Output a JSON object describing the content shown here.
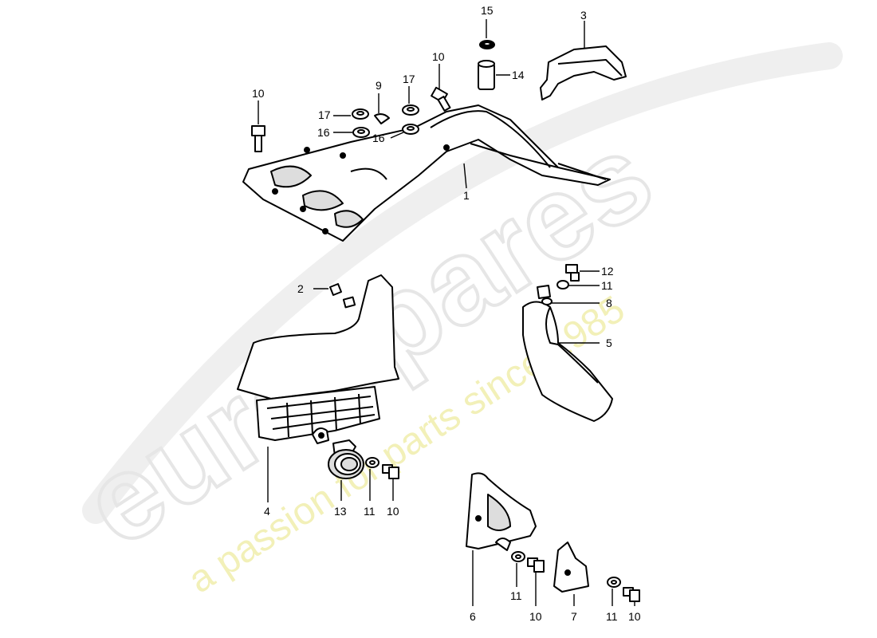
{
  "watermark": {
    "brand": "eurospares",
    "tagline": "a passion for parts since 1985",
    "brand_color": "#e6e6e6",
    "tagline_color": "#f2f0b8"
  },
  "callouts": [
    {
      "id": "c15",
      "text": "15"
    },
    {
      "id": "c3",
      "text": "3"
    },
    {
      "id": "c10a",
      "text": "10"
    },
    {
      "id": "c14",
      "text": "14"
    },
    {
      "id": "c9",
      "text": "9"
    },
    {
      "id": "c17a",
      "text": "17"
    },
    {
      "id": "c10b",
      "text": "10"
    },
    {
      "id": "c17b",
      "text": "17"
    },
    {
      "id": "c16a",
      "text": "16"
    },
    {
      "id": "c16b",
      "text": "16"
    },
    {
      "id": "c1",
      "text": "1"
    },
    {
      "id": "c12",
      "text": "12"
    },
    {
      "id": "c2",
      "text": "2"
    },
    {
      "id": "c11a",
      "text": "11"
    },
    {
      "id": "c8",
      "text": "8"
    },
    {
      "id": "c5",
      "text": "5"
    },
    {
      "id": "c4",
      "text": "4"
    },
    {
      "id": "c13",
      "text": "13"
    },
    {
      "id": "c11b",
      "text": "11"
    },
    {
      "id": "c10c",
      "text": "10"
    },
    {
      "id": "c6",
      "text": "6"
    },
    {
      "id": "c11c",
      "text": "11"
    },
    {
      "id": "c10d",
      "text": "10"
    },
    {
      "id": "c7",
      "text": "7"
    },
    {
      "id": "c11d",
      "text": "11"
    },
    {
      "id": "c10e",
      "text": "10"
    }
  ]
}
